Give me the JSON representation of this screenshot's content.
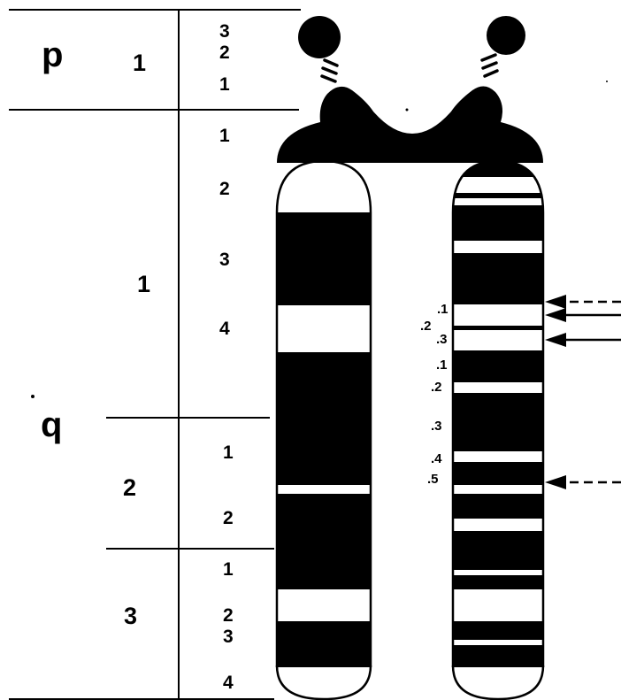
{
  "arms": {
    "p": "p",
    "q": "q"
  },
  "regions": {
    "p1": "1",
    "q1": "1",
    "q2": "2",
    "q3": "3"
  },
  "bands": {
    "p13": "3",
    "p12": "2",
    "p11": "1",
    "q11": "1",
    "q12": "2",
    "q13": "3",
    "q14": "4",
    "q21": "1",
    "q22": "2",
    "q31": "1",
    "q32": "2",
    "q33": "3",
    "q34": "4"
  },
  "sub_bands": {
    "q14_1": ".1",
    "q14_2": ".2",
    "q14_3": ".3",
    "q21_1": ".1",
    "q21_2": ".2",
    "q21_3": ".3",
    "q21_4": ".4",
    "q21_5": ".5"
  },
  "colors": {
    "ink": "#000000",
    "paper": "#ffffff"
  }
}
